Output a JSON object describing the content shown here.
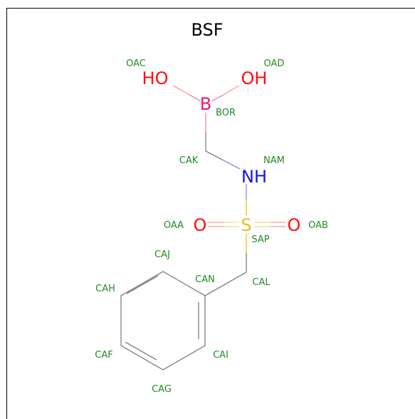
{
  "title": "BSF",
  "colors": {
    "background": "#ffffff",
    "frame": "#000000",
    "label": "#228b22",
    "oxygen": "#ff0d0d",
    "nitrogen": "#1414e6",
    "sulfur": "#e6c119",
    "boron": "#e61a73",
    "carbon_bond": "#808080"
  },
  "atoms": {
    "ho_left": "HO",
    "oh_right": "OH",
    "boron": "B",
    "nh": "NH",
    "o_left": "O",
    "sulfur": "S",
    "o_right": "O"
  },
  "labels": {
    "oac": "OAC",
    "oad": "OAD",
    "bor": "BOR",
    "cak": "CAK",
    "nam": "NAM",
    "oaa": "OAA",
    "oab": "OAB",
    "sap": "SAP",
    "caj": "CAJ",
    "can": "CAN",
    "cal": "CAL",
    "cah": "CAH",
    "caf": "CAF",
    "cai": "CAI",
    "cag": "CAG"
  }
}
